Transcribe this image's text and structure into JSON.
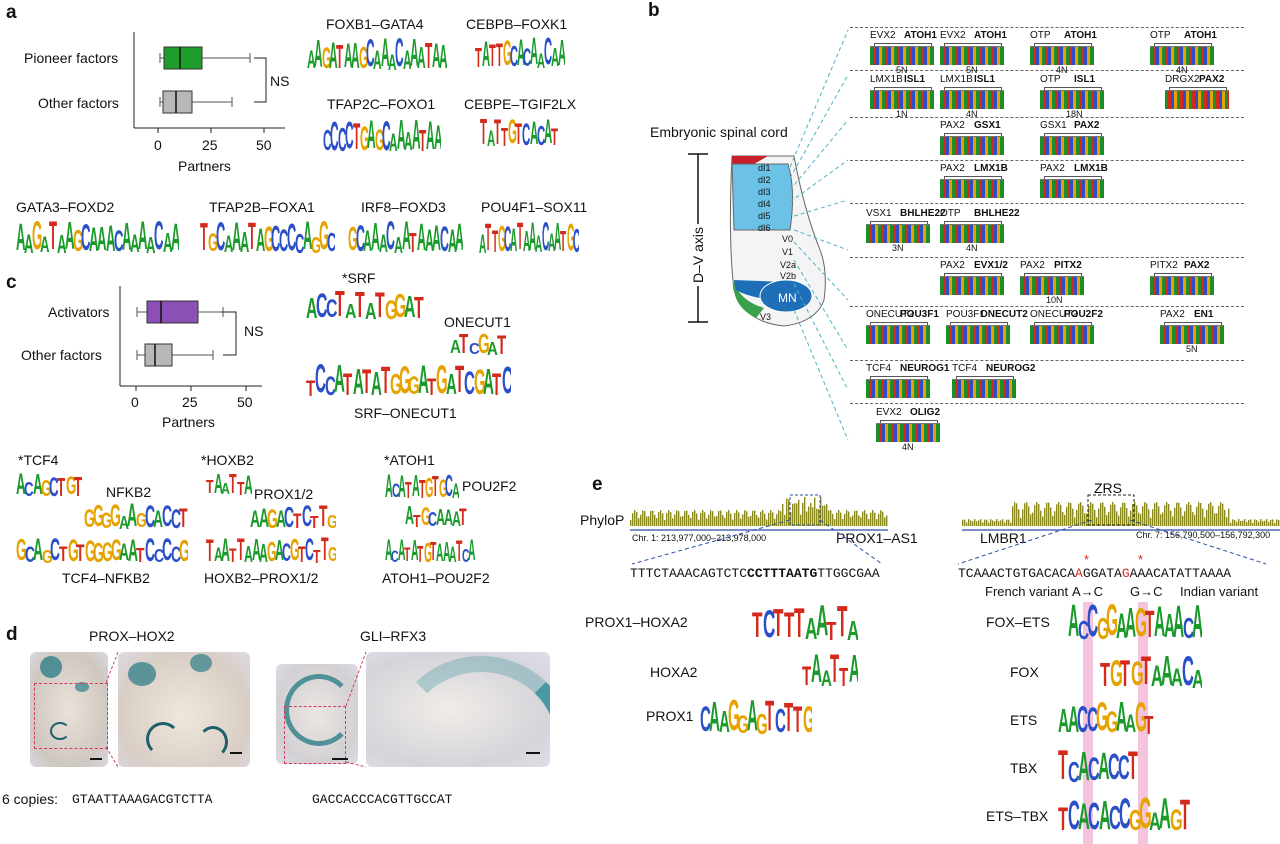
{
  "panels": {
    "a": "a",
    "b": "b",
    "c": "c",
    "d": "d",
    "e": "e"
  },
  "panel_a": {
    "cat1": "Pioneer factors",
    "cat2": "Other factors",
    "sig": "NS",
    "xlabel": "Partners",
    "ticks": [
      "0",
      "25",
      "50"
    ],
    "motifs": [
      "FOXB1–GATA4",
      "CEBPB–FOXK1",
      "TFAP2C–FOXO1",
      "CEBPE–TGIF2LX",
      "GATA3–FOXD2",
      "TFAP2B–FOXA1",
      "IRF8–FOXD3",
      "POU4F1–SOX11"
    ],
    "seqs": [
      "AAGATAAGCAAACAAATAA",
      "TATTGCACAACAA",
      "CCCCTGAGCAAAATAA",
      "TATTGTCACAT",
      "AAGATAAGCAAACAAAACAA",
      "TGCAAATAGCCCCAGGC",
      "GCAAACAATAAACAA",
      "ATTGCATAAACAATGC"
    ],
    "colors": {
      "pioneer": "#1f9d2b",
      "other": "#b8b8b8"
    }
  },
  "panel_b": {
    "title": "Embryonic spinal cord",
    "axis": "D–V axis",
    "domains": [
      "dI1",
      "dI2",
      "dI3",
      "dI4",
      "dI5",
      "dI6",
      "V0",
      "V1",
      "V2a",
      "V2b",
      "MN",
      "V3"
    ],
    "rows": [
      [
        [
          "EVX2",
          "ATOH1",
          "5N"
        ],
        [
          "EVX2",
          "ATOH1",
          "5N"
        ],
        [
          "OTP",
          "ATOH1",
          "4N"
        ],
        [
          "OTP",
          "ATOH1",
          "4N"
        ]
      ],
      [
        [
          "LMX1B",
          "ISL1",
          "1N"
        ],
        [
          "LMX1B",
          "ISL1",
          "4N"
        ],
        [
          "OTP",
          "ISL1",
          "18N"
        ],
        [
          "DRGX2",
          "PAX2",
          ""
        ]
      ],
      [
        [
          "PAX2",
          "GSX1",
          ""
        ],
        [
          "GSX1",
          "PAX2",
          ""
        ]
      ],
      [
        [
          "PAX2",
          "LMX1B",
          ""
        ],
        [
          "PAX2",
          "LMX1B",
          ""
        ]
      ],
      [
        [
          "VSX1",
          "BHLHE22",
          "3N"
        ],
        [
          "OTP",
          "BHLHE22",
          "4N"
        ]
      ],
      [
        [
          "PAX2",
          "EVX1/2",
          ""
        ],
        [
          "PAX2",
          "PITX2",
          "10N"
        ],
        [
          "PITX2",
          "PAX2",
          ""
        ]
      ],
      [
        [
          "ONECUT2",
          "POU3F1",
          ""
        ],
        [
          "POU3F1",
          "ONECUT2",
          ""
        ],
        [
          "ONECUT2",
          "POU2F2",
          ""
        ],
        [
          "PAX2",
          "EN1",
          "5N"
        ]
      ],
      [
        [
          "TCF4",
          "NEUROG1",
          ""
        ],
        [
          "TCF4",
          "NEUROG2",
          ""
        ]
      ],
      [
        [
          "EVX2",
          "OLIG2",
          "4N"
        ]
      ]
    ]
  },
  "panel_c": {
    "cat1": "Activators",
    "cat2": "Other factors",
    "sig": "NS",
    "xlabel": "Partners",
    "ticks": [
      "0",
      "25",
      "50"
    ],
    "srf": "*SRF",
    "onecut": "ONECUT1",
    "srf_onecut": "SRF–ONECUT1",
    "tcf4": "*TCF4",
    "nfkb2": "NFKB2",
    "tcf4_nfkb2": "TCF4–NFKB2",
    "hoxb2": "*HOXB2",
    "prox": "PROX1/2",
    "hoxb2_prox": "HOXB2–PROX1/2",
    "atoh1": "*ATOH1",
    "pou2f2": "POU2F2",
    "atoh1_pou": "ATOH1–POU2F2",
    "seq_srf": "ACCTATATGGAT",
    "seq_onecut": "ATCGAT",
    "seq_srf_onecut": "TCCATATATGGGATGATCGATC",
    "seq_tcf4": "ACAGCTGT",
    "seq_nfkb2": "GGGGAAGCACCT",
    "seq_tcf4_nfkb2": "GCAGCTGTGGGGAATCCCCG",
    "seq_hoxb2": "TAATTA",
    "seq_prox": "AAGACTCTTG",
    "seq_hoxb2_prox": "TAATTAAAGACGTCTTG",
    "seq_atoh1": "ACATATGTGCA",
    "seq_pou2f2": "ATGCAAAT",
    "seq_atoh1_pou": "ACATATGTAAATCA",
    "colors": {
      "activators": "#8b4fb6",
      "other": "#b8b8b8"
    }
  },
  "panel_d": {
    "title1": "PROX–HOX2",
    "title2": "GLI–RFX3",
    "copies": "6 copies:",
    "seq1": "GTAATTAAAGACGTCTTA",
    "seq2": "GACCACCCACGTTGCCAT"
  },
  "panel_e": {
    "phylop": "PhyloP",
    "coord1": "Chr. 1: 213,977,000–213,978,000",
    "gene1": "PROX1–AS1",
    "zrs": "ZRS",
    "gene2": "LMBR1",
    "coord2": "Chr. 7: 156,790,500–156,792,300",
    "seq1_a": "TTTCTAAACAGTCTC",
    "seq1_b": "CCTTTAATG",
    "seq1_c": "TTGGCGAA",
    "seq2_a": "TCAAACTGTGACACA",
    "seq2_b": "A",
    "seq2_c": "GGATA",
    "seq2_d": "G",
    "seq2_e": "AAACATATTAAAA",
    "french": "French variant",
    "fr_change": "A→C",
    "in_change": "G→C",
    "indian": "Indian variant",
    "star": "*",
    "left_labels": [
      "PROX1–HOXA2",
      "HOXA2",
      "PROX1"
    ],
    "right_labels": [
      "FOX–ETS",
      "FOX",
      "ETS",
      "TBX",
      "ETS–TBX"
    ],
    "seqs_left": [
      "TCTTTAATTA",
      "TAATTA",
      "CAAGGAGTCTTG"
    ],
    "seqs_right": [
      "ACCGGAAGTAAACA",
      "TGTGTAAACA",
      "AACCGGAAGT",
      "TCACACCT",
      "TCACACCGGAAGT"
    ]
  }
}
